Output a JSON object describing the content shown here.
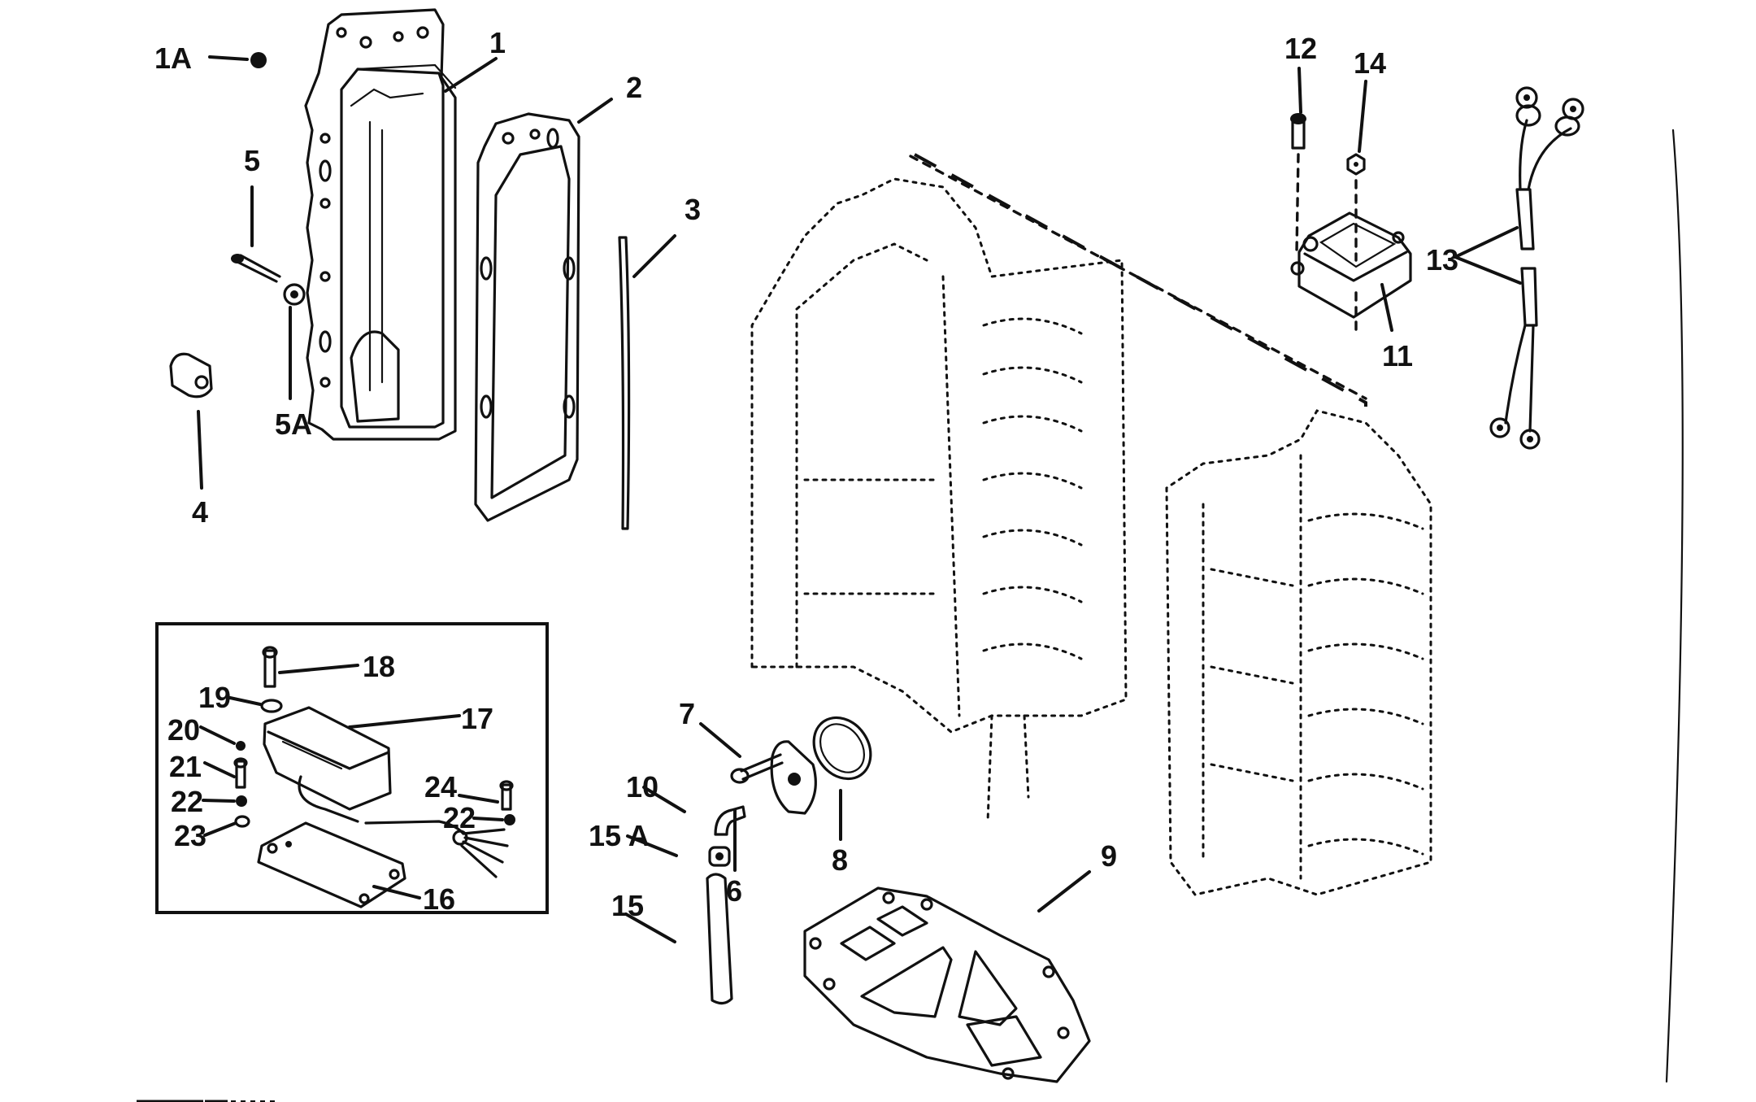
{
  "diagram": {
    "title": "Outboard powerhead exploded parts diagram",
    "callouts": {
      "c1A": "1A",
      "c1": "1",
      "c2": "2",
      "c3": "3",
      "c4": "4",
      "c5": "5",
      "c5A": "5A",
      "c6": "6",
      "c7": "7",
      "c8": "8",
      "c9": "9",
      "c10": "10",
      "c11": "11",
      "c12": "12",
      "c13": "13",
      "c14": "14",
      "c15": "15",
      "c15A": "15 A",
      "c16": "16",
      "c17": "17",
      "c18": "18",
      "c19": "19",
      "c20": "20",
      "c21": "21",
      "c22a": "22",
      "c22b": "22",
      "c23": "23",
      "c24": "24"
    },
    "parts": [
      {
        "id": "1A",
        "name": "plug"
      },
      {
        "id": "1",
        "name": "exhaust-cover"
      },
      {
        "id": "2",
        "name": "cover-gasket"
      },
      {
        "id": "3",
        "name": "seal-strip"
      },
      {
        "id": "4",
        "name": "clamp"
      },
      {
        "id": "5",
        "name": "screw"
      },
      {
        "id": "5A",
        "name": "washer"
      },
      {
        "id": "6",
        "name": "cover-plate"
      },
      {
        "id": "7",
        "name": "bolt"
      },
      {
        "id": "8",
        "name": "gasket"
      },
      {
        "id": "9",
        "name": "base-gasket"
      },
      {
        "id": "10",
        "name": "elbow-fitting"
      },
      {
        "id": "11",
        "name": "module"
      },
      {
        "id": "12",
        "name": "screw"
      },
      {
        "id": "13",
        "name": "ground-lead"
      },
      {
        "id": "14",
        "name": "nut"
      },
      {
        "id": "15",
        "name": "hose"
      },
      {
        "id": "15A",
        "name": "clamp"
      },
      {
        "id": "16",
        "name": "bracket"
      },
      {
        "id": "17",
        "name": "switch-box"
      },
      {
        "id": "18",
        "name": "screw"
      },
      {
        "id": "19",
        "name": "washer"
      },
      {
        "id": "20",
        "name": "washer"
      },
      {
        "id": "21",
        "name": "screw"
      },
      {
        "id": "22",
        "name": "washer"
      },
      {
        "id": "23",
        "name": "washer"
      },
      {
        "id": "24",
        "name": "screw"
      }
    ]
  }
}
